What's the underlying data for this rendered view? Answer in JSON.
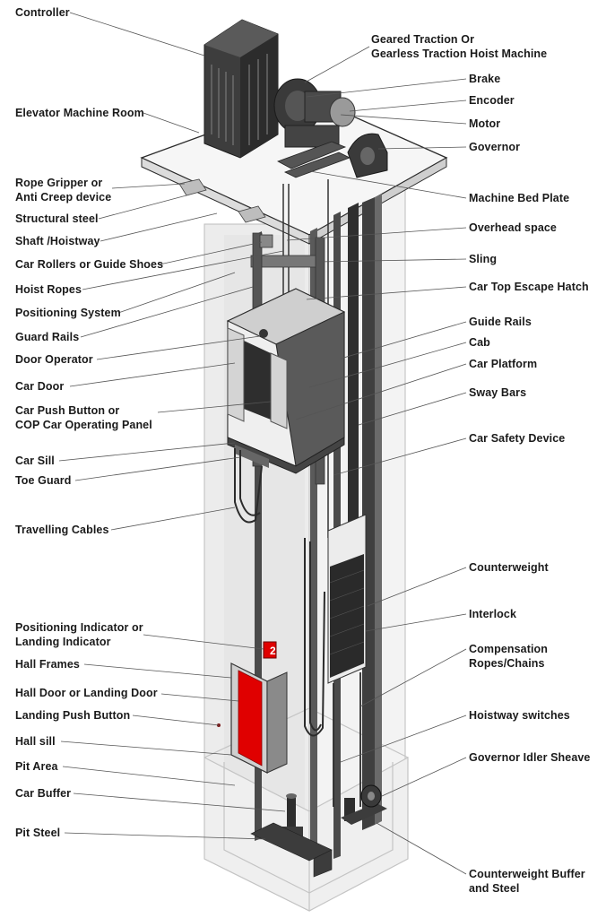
{
  "hall_number": "2",
  "colors": {
    "outline": "#2b2b2b",
    "shaft_fill": "#ececec",
    "shaft_inner": "#e2e2e2",
    "dark_metal": "#3c3c3c",
    "landing_door": "#e00000",
    "leader": "#555555",
    "plate": "#f4f4f4"
  },
  "left_labels": [
    {
      "id": "controller",
      "text": "Controller"
    },
    {
      "id": "machine-room",
      "text": "Elevator Machine Room"
    },
    {
      "id": "rope-gripper",
      "text": "Rope Gripper or\nAnti Creep device"
    },
    {
      "id": "structural-steel",
      "text": "Structural steel"
    },
    {
      "id": "shaft-hoistway",
      "text": "Shaft /Hoistway"
    },
    {
      "id": "car-rollers",
      "text": "Car Rollers or Guide Shoes"
    },
    {
      "id": "hoist-ropes",
      "text": "Hoist Ropes"
    },
    {
      "id": "positioning-system",
      "text": "Positioning System"
    },
    {
      "id": "guard-rails",
      "text": "Guard Rails"
    },
    {
      "id": "door-operator",
      "text": "Door Operator"
    },
    {
      "id": "car-door",
      "text": "Car Door"
    },
    {
      "id": "car-push-button",
      "text": "Car Push Button or\nCOP Car Operating Panel"
    },
    {
      "id": "car-sill",
      "text": "Car Sill"
    },
    {
      "id": "toe-guard",
      "text": "Toe Guard"
    },
    {
      "id": "travelling-cables",
      "text": "Travelling Cables"
    },
    {
      "id": "positioning-indicator",
      "text": "Positioning Indicator or\nLanding Indicator"
    },
    {
      "id": "hall-frames",
      "text": "Hall Frames"
    },
    {
      "id": "hall-door",
      "text": "Hall Door or Landing Door"
    },
    {
      "id": "landing-push-button",
      "text": "Landing Push Button"
    },
    {
      "id": "hall-sill",
      "text": "Hall sill"
    },
    {
      "id": "pit-area",
      "text": "Pit Area"
    },
    {
      "id": "car-buffer",
      "text": "Car Buffer"
    },
    {
      "id": "pit-steel",
      "text": "Pit Steel"
    }
  ],
  "right_labels": [
    {
      "id": "traction-machine",
      "text": "Geared Traction Or\nGearless Traction Hoist Machine"
    },
    {
      "id": "brake",
      "text": "Brake"
    },
    {
      "id": "encoder",
      "text": "Encoder"
    },
    {
      "id": "motor",
      "text": "Motor"
    },
    {
      "id": "governor",
      "text": "Governor"
    },
    {
      "id": "machine-bed-plate",
      "text": "Machine Bed Plate"
    },
    {
      "id": "overhead-space",
      "text": "Overhead space"
    },
    {
      "id": "sling",
      "text": "Sling"
    },
    {
      "id": "escape-hatch",
      "text": "Car Top Escape Hatch"
    },
    {
      "id": "guide-rails",
      "text": "Guide Rails"
    },
    {
      "id": "cab",
      "text": "Cab"
    },
    {
      "id": "car-platform",
      "text": "Car Platform"
    },
    {
      "id": "sway-bars",
      "text": "Sway Bars"
    },
    {
      "id": "car-safety-device",
      "text": "Car Safety Device"
    },
    {
      "id": "counterweight",
      "text": "Counterweight"
    },
    {
      "id": "interlock",
      "text": "Interlock"
    },
    {
      "id": "compensation-ropes",
      "text": "Compensation\nRopes/Chains"
    },
    {
      "id": "hoistway-switches",
      "text": "Hoistway switches"
    },
    {
      "id": "governor-idler-sheave",
      "text": "Governor Idler Sheave"
    },
    {
      "id": "counterweight-buffer",
      "text": "Counterweight Buffer\nand Steel"
    }
  ]
}
